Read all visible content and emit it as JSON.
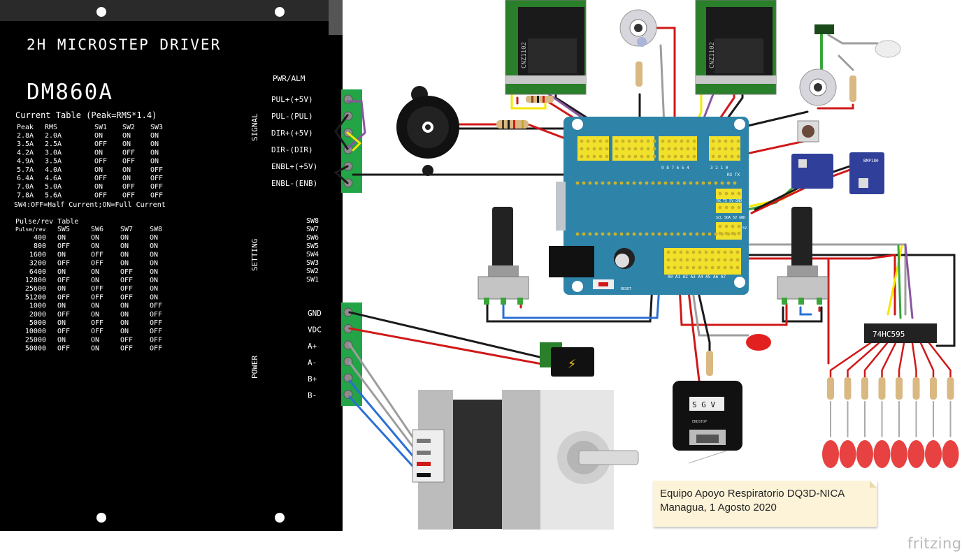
{
  "driver": {
    "brand_line": "2H MICROSTEP DRIVER",
    "model": "DM860A",
    "current_table": {
      "title": "Current Table (Peak=RMS*1.4)",
      "headers": [
        "Peak",
        "RMS",
        "SW1",
        "SW2",
        "SW3"
      ],
      "rows": [
        [
          "2.8A",
          "2.0A",
          "ON",
          "ON",
          "ON"
        ],
        [
          "3.5A",
          "2.5A",
          "OFF",
          "ON",
          "ON"
        ],
        [
          "4.2A",
          "3.0A",
          "ON",
          "OFF",
          "ON"
        ],
        [
          "4.9A",
          "3.5A",
          "OFF",
          "OFF",
          "ON"
        ],
        [
          "5.7A",
          "4.0A",
          "ON",
          "ON",
          "OFF"
        ],
        [
          "6.4A",
          "4.6A",
          "OFF",
          "ON",
          "OFF"
        ],
        [
          "7.0A",
          "5.0A",
          "ON",
          "OFF",
          "OFF"
        ],
        [
          "7.8A",
          "5.6A",
          "OFF",
          "OFF",
          "OFF"
        ]
      ],
      "note": "SW4:OFF=Half Current;ON=Full Current"
    },
    "pulse_table": {
      "title": "Pulse/rev Table",
      "headers": [
        "Pulse/rev",
        "SW5",
        "SW6",
        "SW7",
        "SW8"
      ],
      "rows": [
        [
          "400",
          "ON",
          "ON",
          "ON",
          "ON"
        ],
        [
          "800",
          "OFF",
          "ON",
          "ON",
          "ON"
        ],
        [
          "1600",
          "ON",
          "OFF",
          "ON",
          "ON"
        ],
        [
          "3200",
          "OFF",
          "OFF",
          "ON",
          "ON"
        ],
        [
          "6400",
          "ON",
          "ON",
          "OFF",
          "ON"
        ],
        [
          "12800",
          "OFF",
          "ON",
          "OFF",
          "ON"
        ],
        [
          "25600",
          "ON",
          "OFF",
          "OFF",
          "ON"
        ],
        [
          "51200",
          "OFF",
          "OFF",
          "OFF",
          "ON"
        ],
        [
          "1000",
          "ON",
          "ON",
          "ON",
          "OFF"
        ],
        [
          "2000",
          "OFF",
          "ON",
          "ON",
          "OFF"
        ],
        [
          "5000",
          "ON",
          "OFF",
          "ON",
          "OFF"
        ],
        [
          "10000",
          "OFF",
          "OFF",
          "ON",
          "OFF"
        ],
        [
          "25000",
          "ON",
          "ON",
          "OFF",
          "OFF"
        ],
        [
          "50000",
          "OFF",
          "ON",
          "OFF",
          "OFF"
        ]
      ]
    },
    "pwr_alm_label": "PWR/ALM",
    "signal_label": "SIGNAL",
    "signal_pins": [
      "PUL+(+5V)",
      "PUL-(PUL)",
      "DIR+(+5V)",
      "DIR-(DIR)",
      "ENBL+(+5V)",
      "ENBL-(ENB)"
    ],
    "setting_label": "SETTING",
    "switches": [
      "SW8",
      "SW7",
      "SW6",
      "SW5",
      "SW4",
      "SW3",
      "SW2",
      "SW1"
    ],
    "power_label": "POWER",
    "power_pins": [
      "GND",
      "VDC",
      "A+",
      "A-",
      "B+",
      "B-"
    ]
  },
  "components": {
    "sensor_label": "CNZ1102",
    "shift_register": "74HC595",
    "pressure_sensor": "BMP180",
    "shield_rx_tx": "RX TX",
    "shield_header_1": "RX TX 5V GND",
    "shield_header_2": "SCL SDA 5V GND",
    "shield_header_3": "5V GND",
    "shield_analog": "A0 A1 A2 A3 A4 A5 A6 A7",
    "shield_digital_1": "9 8 7 6 5 4",
    "shield_digital_2": "3 2 1 0",
    "reset_label": "RESET",
    "servo_pins": "S G V",
    "endstop_label": "ENDSTOP"
  },
  "note": {
    "line1": "Equipo Apoyo Respiratorio DQ3D-NICA",
    "line2": "Managua, 1 Agosto 2020"
  },
  "watermark": "fritzing",
  "colors": {
    "driver_body": "#000000",
    "terminal_green": "#22a447",
    "arduino_blue": "#2e83a8",
    "header_yellow": "#f2e12a",
    "wire_red": "#d01818",
    "wire_black": "#1a1a1a",
    "wire_yellow": "#f4e800",
    "wire_blue": "#2b6fd4",
    "wire_grey": "#9e9e9e",
    "wire_green": "#3aa53a",
    "wire_purple": "#8a55a0",
    "led_red": "#e32020",
    "sensor_green": "#2a7f2a",
    "note_bg": "#fdf3d8"
  }
}
